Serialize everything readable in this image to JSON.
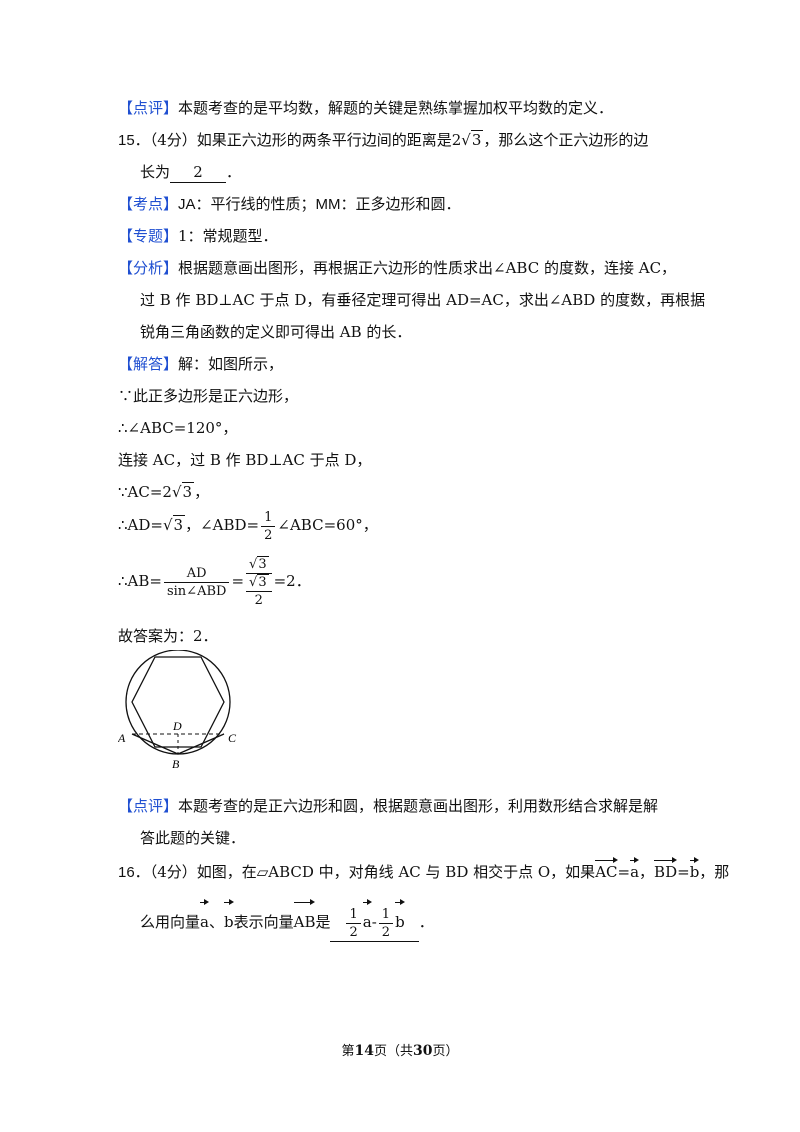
{
  "review1": {
    "tag": "【点评】",
    "text": "本题考查的是平均数，解题的关键是熟练掌握加权平均数的定义．"
  },
  "q15": {
    "number": "15．",
    "score": "（4分）",
    "text_a": "如果正六边形的两条平行边间的距离是",
    "coef": "2",
    "rad": "3",
    "text_b": "，那么这个正六边形的边",
    "text_c": "长为",
    "answer": "2",
    "end": "．"
  },
  "kaodian": {
    "tag": "【考点】",
    "text": "JA：平行线的性质；MM：正多边形和圆．"
  },
  "zhuanti": {
    "tag": "【专题】",
    "text": "1：常规题型．"
  },
  "fenxi": {
    "tag": "【分析】",
    "line1": "根据题意画出图形，再根据正六边形的性质求出∠ABC 的度数，连接 AC，",
    "line2": "过 B 作 BD⊥AC 于点 D，有垂径定理可得出 AD=AC，求出∠ABD 的度数，再根据",
    "line3": "锐角三角函数的定义即可得出 AB 的长．"
  },
  "jieda": {
    "tag": "【解答】",
    "intro": "解：如图所示，",
    "s1": "∵此正多边形是正六边形，",
    "s2": "∴∠ABC=120°，",
    "s3": "连接 AC，过 B 作 BD⊥AC 于点 D，",
    "s4_a": "∵AC=2",
    "s4_rad": "3",
    "s4_b": "，",
    "s5_a": "∴AD=",
    "s5_rad": "3",
    "s5_b": "，∠ABD=",
    "s5_num": "1",
    "s5_den": "2",
    "s5_c": "∠ABC=60°，",
    "s6_a": "∴AB=",
    "s6_num": "AD",
    "s6_den": "sin∠ABD",
    "s6_eq": "=",
    "s6_rad_num": "3",
    "s6_rad_den": "3",
    "s6_den2": "2",
    "s6_b": "=2．",
    "answer_line": "故答案为：2．"
  },
  "figure": {
    "label_a": "A",
    "label_b": "B",
    "label_c": "C",
    "label_d": "D"
  },
  "review2": {
    "tag": "【点评】",
    "line1": "本题考查的是正六边形和圆，根据题意画出图形，利用数形结合求解是解",
    "line2": "答此题的关键．"
  },
  "q16": {
    "number": "16．",
    "score": "（4分）",
    "text_a": "如图，在▱ABCD 中，对角线 AC 与 BD 相交于点 O，如果",
    "vec_ac": "AC",
    "eq1": "=",
    "vec_a": "a",
    "comma": "，",
    "vec_bd": "BD",
    "eq2": "=",
    "vec_b": "b",
    "text_b": "，那",
    "text_c": "么用向量",
    "vec_a2": "a",
    "sep": "、",
    "vec_b2": "b",
    "text_d": "表示向量",
    "vec_ab": "AB",
    "text_e": "是",
    "ans_num1": "1",
    "ans_den1": "2",
    "ans_vec_a": "a",
    "ans_minus": "-",
    "ans_num2": "1",
    "ans_den2": "2",
    "ans_vec_b": "b",
    "end": "．"
  },
  "footer": {
    "pre": "第",
    "page": "14",
    "mid": "页（共",
    "total": "30",
    "post": "页）"
  }
}
